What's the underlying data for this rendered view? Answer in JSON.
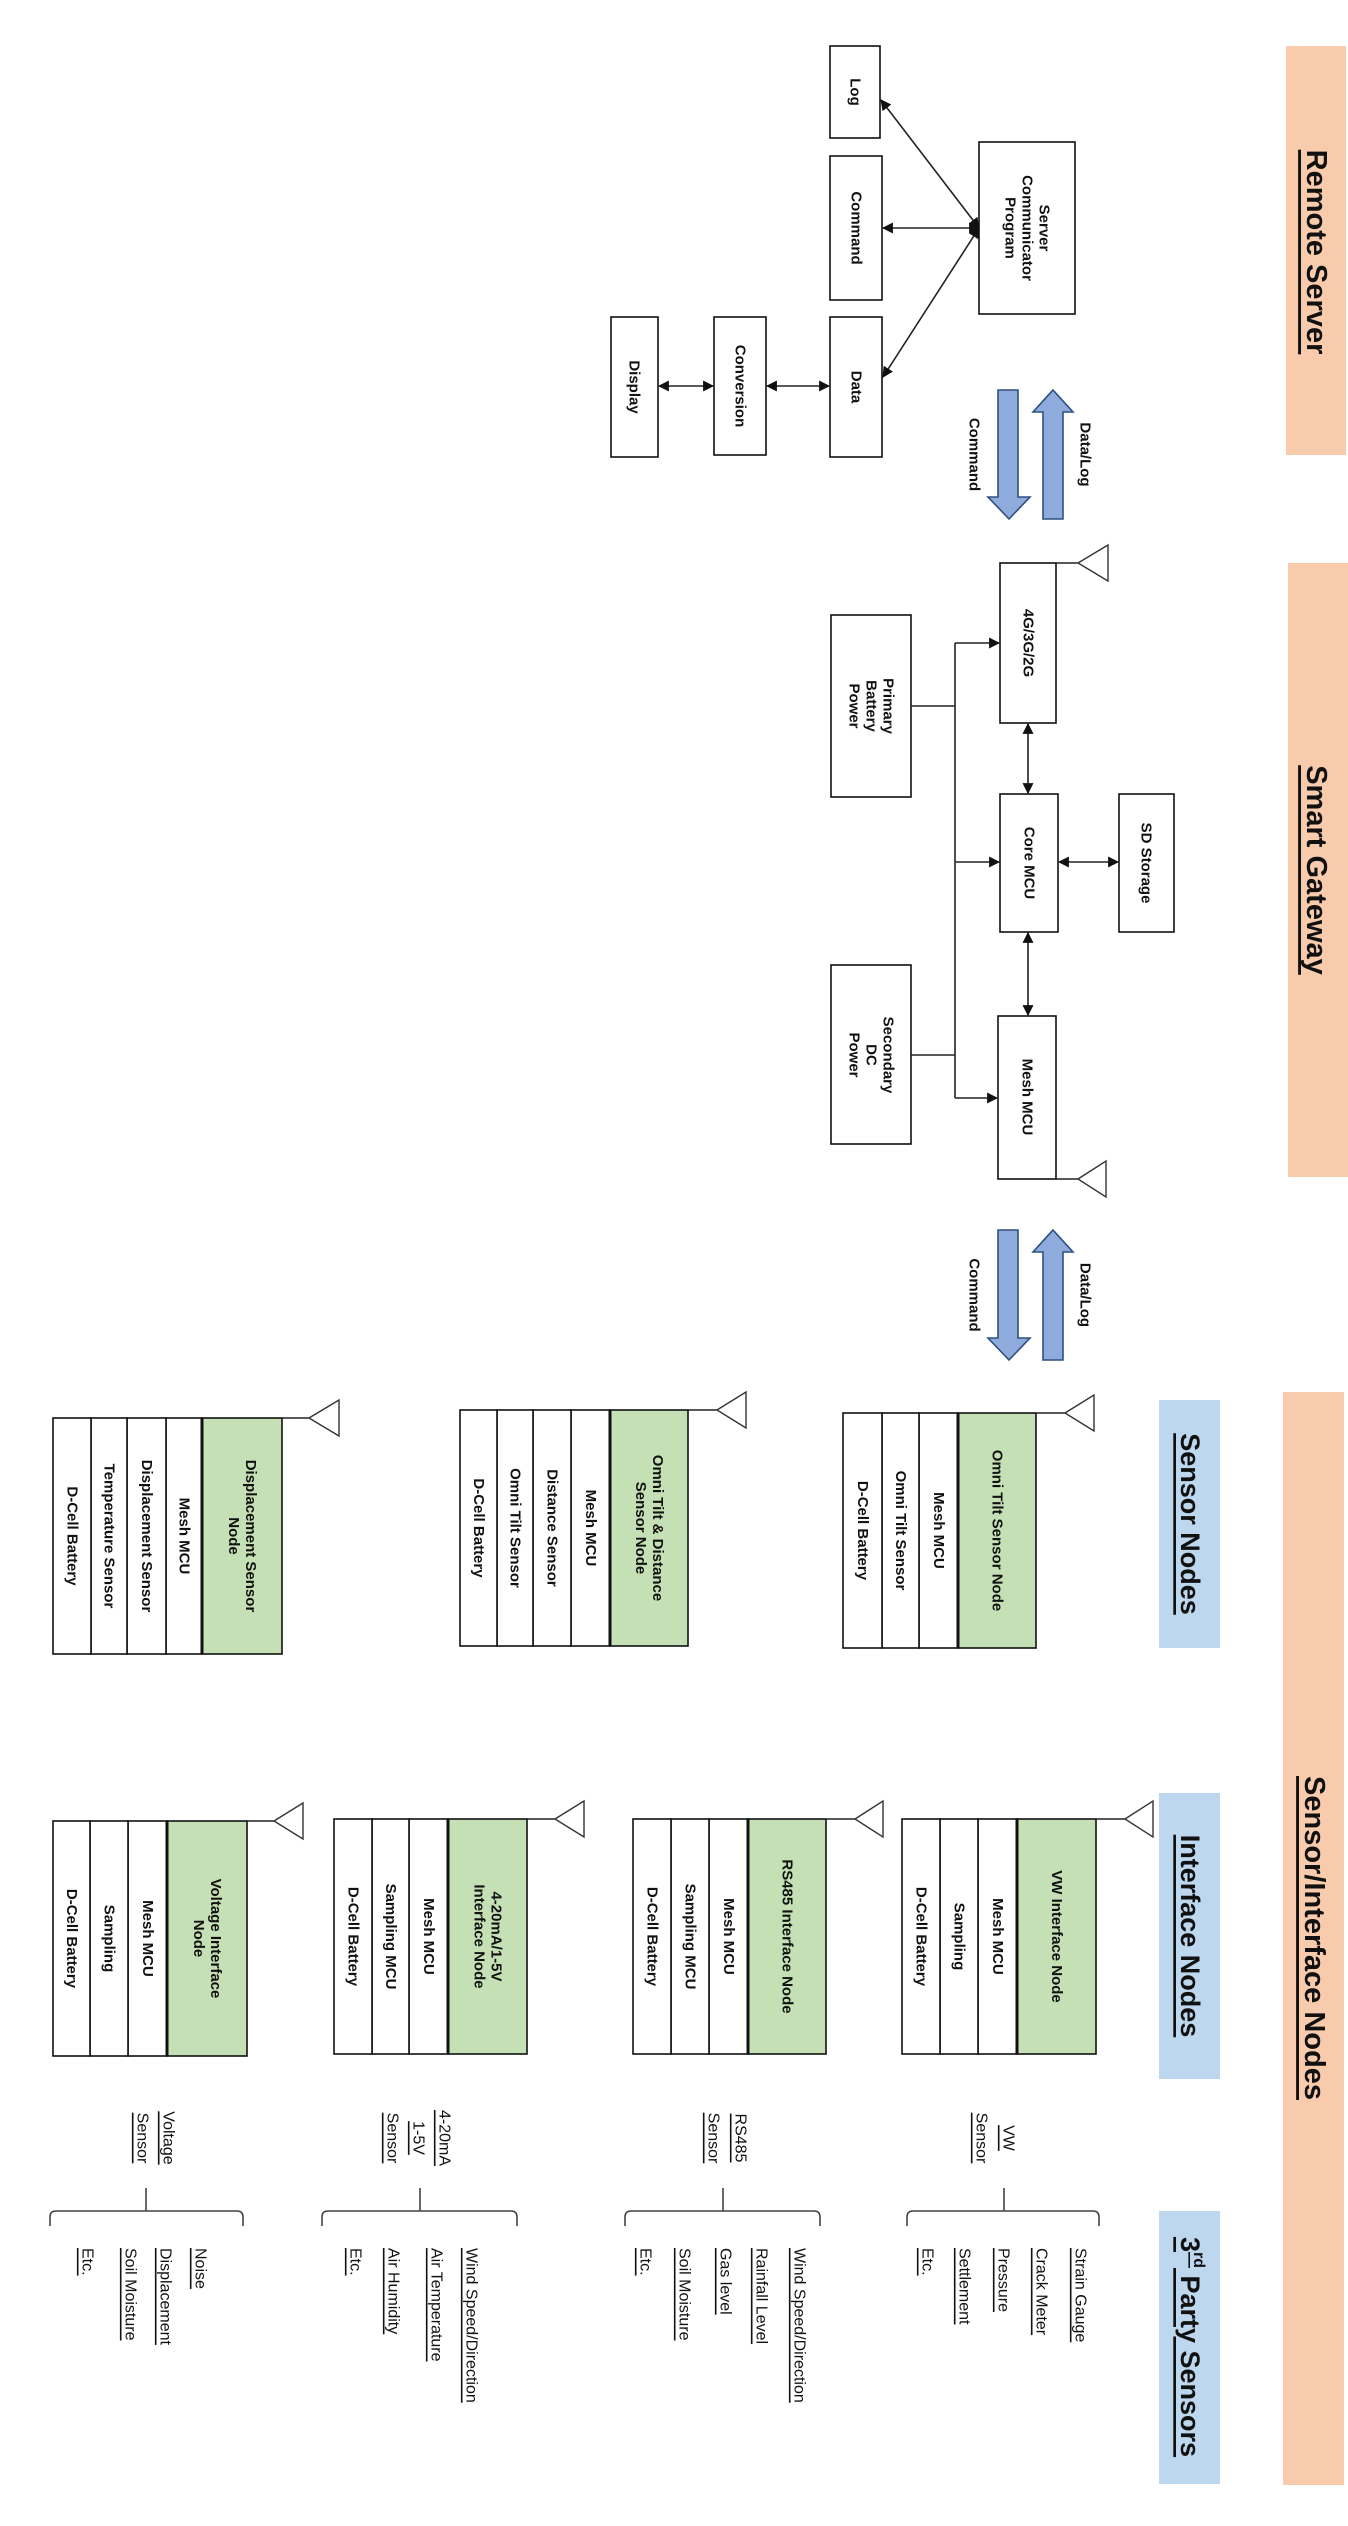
{
  "colors": {
    "section_band": "#F8CBAD",
    "sub_band": "#BDD7EE",
    "node_header": "#C5E0B4",
    "link_arrow": "#8FAADC"
  },
  "remote_server": {
    "title": "Remote Server",
    "server_program": [
      "Server",
      "Communicator",
      "Program"
    ],
    "log": "Log",
    "command": "Command",
    "data": "Data",
    "conversion": "Conversion",
    "display": "Display"
  },
  "links": {
    "upstream": "Data/Log",
    "downstream": "Command"
  },
  "smart_gateway": {
    "title": "Smart Gateway",
    "cellular": "4G/3G/2G",
    "primary_power": [
      "Primary",
      "Battery",
      "Power"
    ],
    "core_mcu": "Core MCU",
    "sd_storage": "SD Storage",
    "mesh_mcu": "Mesh MCU",
    "secondary_power": [
      "Secondary",
      "DC",
      "Power"
    ]
  },
  "sensor_interface": {
    "title": "Sensor/Interface Nodes",
    "sensor_nodes_title": "Sensor Nodes",
    "interface_nodes_title": "Interface Nodes",
    "sensor_nodes": [
      {
        "title": [
          "Omni Tilt Sensor Node"
        ],
        "rows": [
          "Mesh MCU",
          "Omni Tilt Sensor",
          "D-Cell Battery"
        ]
      },
      {
        "title": [
          "Omni Tilt & Distance",
          "Sensor Node"
        ],
        "rows": [
          "Mesh MCU",
          "Distance Sensor",
          "Omni Tilt Sensor",
          "D-Cell Battery"
        ]
      },
      {
        "title": [
          "Displacement Sensor",
          "Node"
        ],
        "rows": [
          "Mesh MCU",
          "Displacement Sensor",
          "Temperature Sensor",
          "D-Cell Battery"
        ]
      }
    ],
    "interface_nodes": [
      {
        "title": [
          "VW Interface Node"
        ],
        "rows": [
          "Mesh MCU",
          "Sampling",
          "D-Cell Battery"
        ]
      },
      {
        "title": [
          "RS485 Interface Node"
        ],
        "rows": [
          "Mesh MCU",
          "Sampling MCU",
          "D-Cell Battery"
        ]
      },
      {
        "title": [
          "4-20mA/1-5V",
          "Interface Node"
        ],
        "rows": [
          "Mesh MCU",
          "Sampling MCU",
          "D-Cell Battery"
        ]
      },
      {
        "title": [
          "Voltage Interface",
          "Node"
        ],
        "rows": [
          "Mesh MCU",
          "Sampling",
          "D-Cell Battery"
        ]
      }
    ]
  },
  "third_party": {
    "title_num": "3",
    "title_sup": "rd",
    "title_rest": " Party Sensors",
    "groups": [
      {
        "label": [
          "VW",
          "Sensor"
        ],
        "items": [
          "Strain Gauge",
          "Crack Meter",
          "Pressure",
          "Settlement",
          "Etc."
        ]
      },
      {
        "label": [
          "RS485",
          "Sensor"
        ],
        "items": [
          "Wind Speed/Direction",
          "Rainfall Level",
          "Gas level",
          "Soil Moisture",
          "Etc."
        ]
      },
      {
        "label": [
          "4-20mA",
          "1-5V",
          "Sensor"
        ],
        "items": [
          "Wind Speed/Direction",
          "Air Temperature",
          "Air Humidity",
          "Etc."
        ]
      },
      {
        "label": [
          "Voltage",
          "Sensor"
        ],
        "items": [
          "Noise",
          "Displacement",
          "Soil Moisture",
          "Etc."
        ]
      }
    ]
  }
}
